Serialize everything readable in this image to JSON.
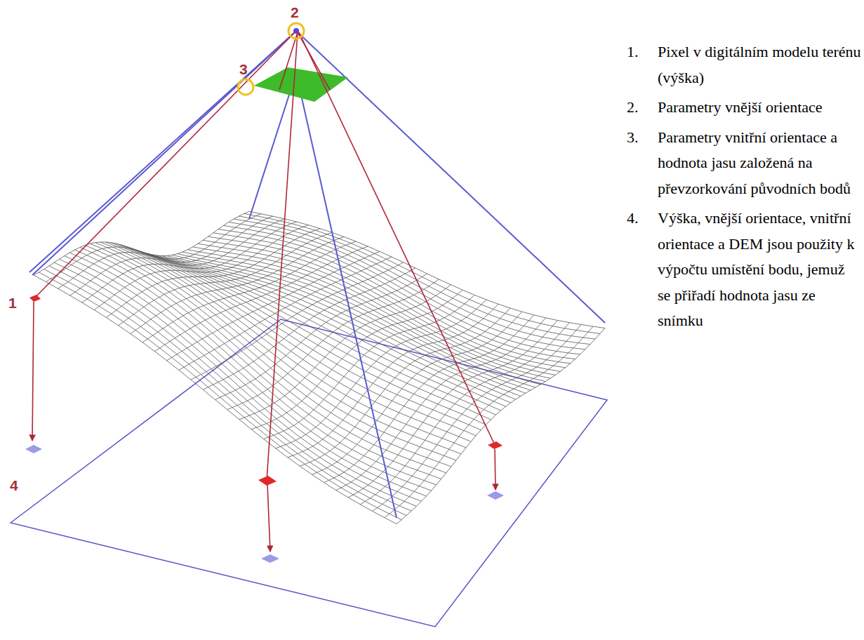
{
  "diagram": {
    "labels": [
      "2",
      "3",
      "1",
      "4",
      "1.",
      "Pixel v digitálním modelu terénu (výška)",
      "2.",
      "Parametry vnější orientace",
      "3.",
      "Parametry vnitřní orientace a hodnota jasu založená na převzorkování původních bodů",
      "4.",
      "Výška, vnější orientace, vnitřní orientace a DEM jsou použity k výpočtu umístění bodu, jemuž se přiřadí hodnota jasu ze snímku"
    ]
  }
}
